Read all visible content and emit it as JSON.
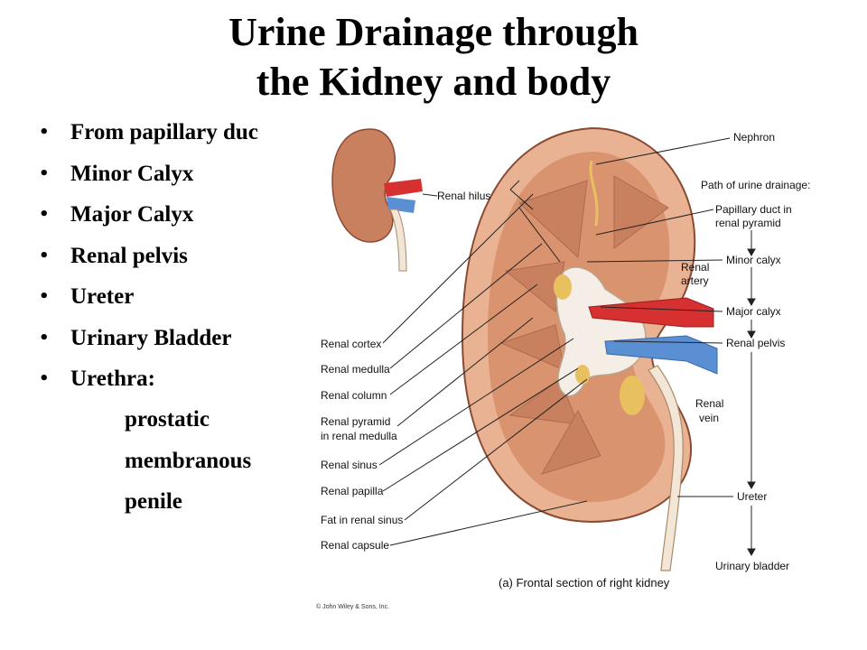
{
  "slide": {
    "title_line1": "Urine Drainage through",
    "title_line2": "the Kidney and body",
    "bullets": [
      "From papillary duc",
      "Minor Calyx",
      "Major Calyx",
      "Renal pelvis",
      "Ureter",
      "Urinary Bladder",
      "Urethra:"
    ],
    "urethra_parts": [
      "prostatic",
      "membranous",
      "penile"
    ]
  },
  "diagram": {
    "left_labels": [
      "Renal cortex",
      "Renal medulla",
      "Renal column",
      "Renal pyramid",
      "in renal medulla",
      "Renal sinus",
      "Renal papilla",
      "Fat in renal sinus",
      "Renal capsule"
    ],
    "top_labels": {
      "nephron": "Nephron",
      "renal_hilus": "Renal hilus",
      "path_title": "Path of urine drainage:"
    },
    "path_steps": [
      "Papillary duct in",
      "renal pyramid",
      "Minor calyx",
      "Major calyx",
      "Renal pelvis",
      "Ureter",
      "Urinary bladder"
    ],
    "vessels": {
      "artery_1": "Renal",
      "artery_2": "artery",
      "vein_1": "Renal",
      "vein_2": "vein"
    },
    "caption": "(a) Frontal section of right kidney",
    "copyright": "© John Wiley & Sons, Inc."
  },
  "colors": {
    "cortex": "#e9b393",
    "medulla": "#c9805f",
    "artery": "#d63030",
    "vein": "#5b8fd3",
    "fat": "#e8c060"
  }
}
